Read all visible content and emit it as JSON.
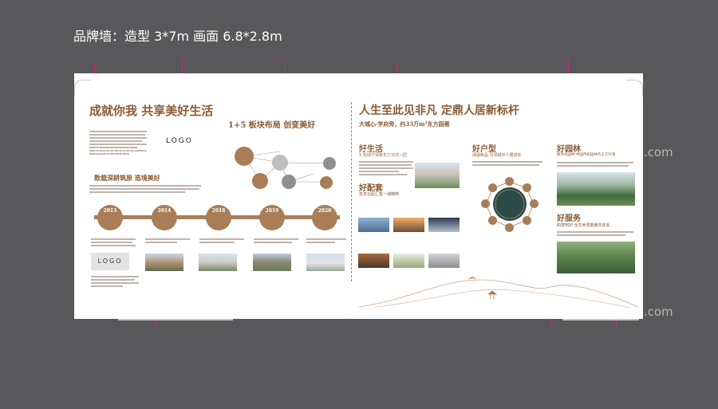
{
  "spec_title": "品牌墙：造型 3*7m 画面 6.8*2.8m",
  "left": {
    "headline": "成就你我 共享美好生活",
    "logo": "LOGO",
    "section1_title": "1+5 板块布局 创变美好",
    "section2_title": "数载深耕筑原 造境美好",
    "timeline_years": [
      "2013",
      "2014",
      "2018",
      "2019",
      "2020"
    ],
    "bottom_logo": "LOGO"
  },
  "right": {
    "headline": "人生至此见非凡 定鼎人居新标杆",
    "subheadline": "大城心·学府旁，约33万m²东方园著",
    "life": {
      "title": "好生活",
      "subtitle": "扎根城中深耕东方诗意人居"
    },
    "support": {
      "title": "好配套",
      "subtitle": "坐享云起汇集一城精粹"
    },
    "house": {
      "title": "好户型",
      "subtitle": "阔适新品·引领城中人居进化"
    },
    "garden": {
      "title": "好园林",
      "subtitle": "醇享式园林 中国传统园林的东方院落"
    },
    "service": {
      "title": "好服务",
      "subtitle": "四季呵护 全生命周期服务体系"
    }
  },
  "watermark": "jiatupic.com",
  "colors": {
    "accent": "#8a5a33",
    "annotation": "#d02b7b",
    "background": "#58585a"
  }
}
